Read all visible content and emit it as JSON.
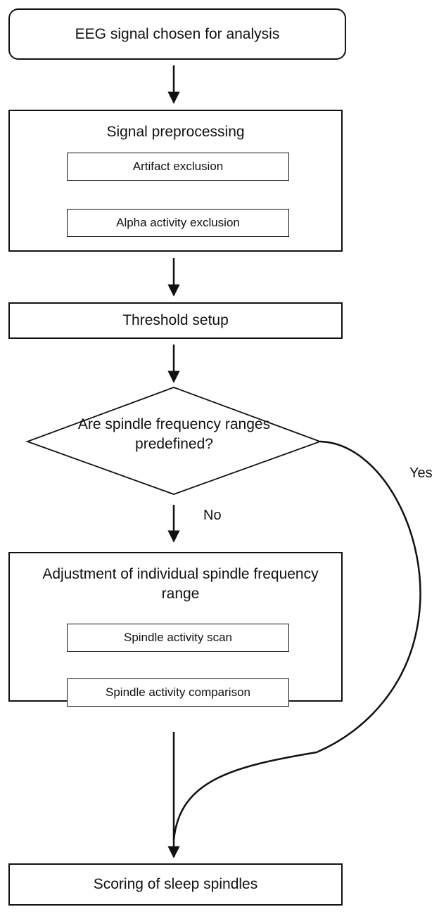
{
  "nodes": {
    "start": "EEG signal chosen for analysis",
    "preprocessing": {
      "title": "Signal preprocessing",
      "steps": [
        "Artifact exclusion",
        "Alpha activity exclusion"
      ]
    },
    "threshold": "Threshold setup",
    "decision": "Are spindle frequency ranges predefined?",
    "adjustment": {
      "title": "Adjustment of individual spindle frequency range",
      "steps": [
        "Spindle activity scan",
        "Spindle activity comparison"
      ]
    },
    "end": "Scoring of sleep spindles"
  },
  "edges": {
    "no_label": "No",
    "yes_label": "Yes"
  },
  "colors": {
    "line": "#111111",
    "background": "#ffffff"
  }
}
